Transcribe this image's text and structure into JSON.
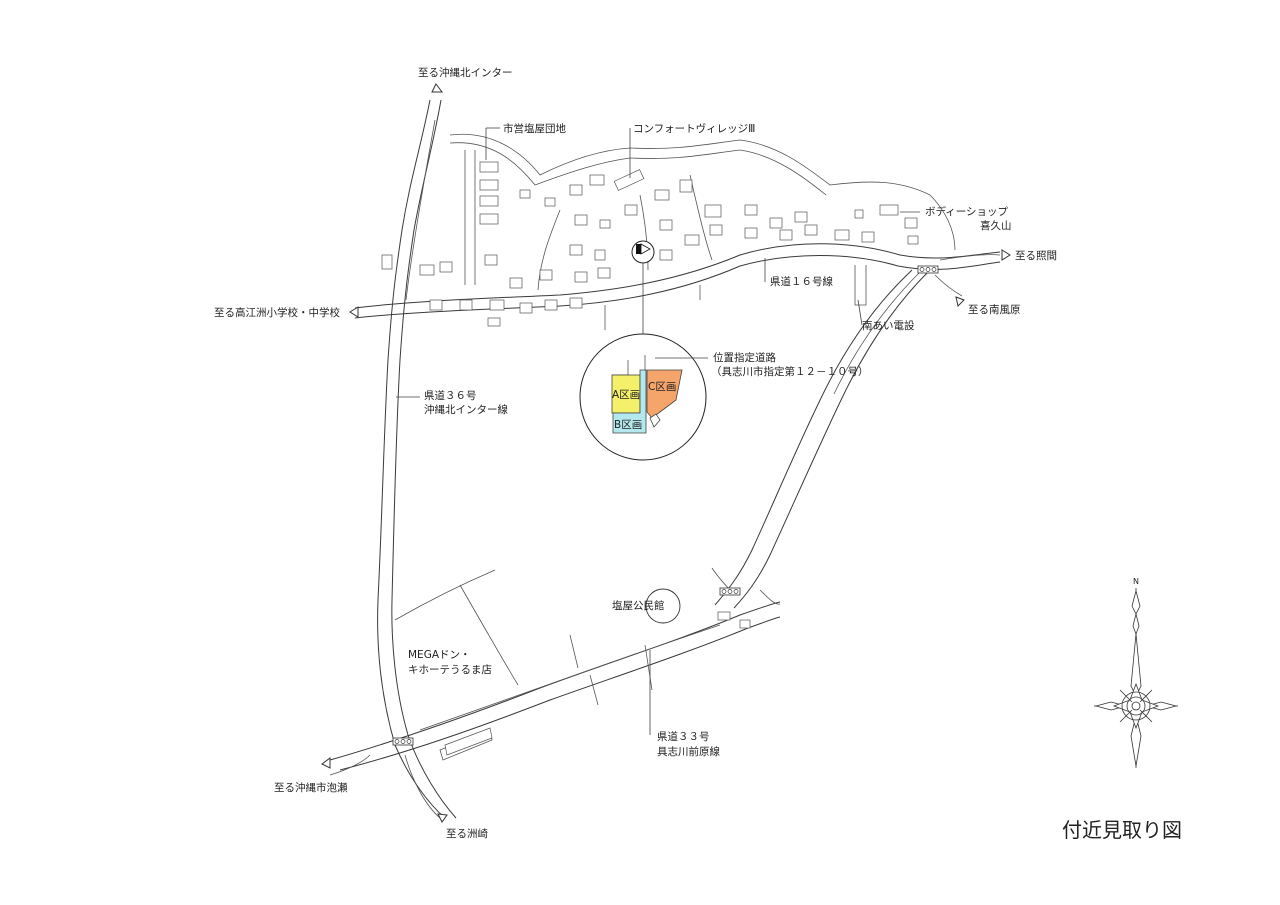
{
  "title": "付近見取り図",
  "compass": {
    "north_label": "N"
  },
  "directions": {
    "to_okinawa_kita_ic": "至る沖縄北インター",
    "to_takaesu_school": "至る高江洲小学校・中学校",
    "to_teruma": "至る照間",
    "to_haebaru_minami": "至る南風原",
    "to_ikei_okinawa": "至る沖縄市泡瀬",
    "to_suzaki": "至る洲崎"
  },
  "landmarks": {
    "shiei_danchi": "市営塩屋団地",
    "comfort_village": "コンフォートヴィレッジⅢ",
    "body_shop_line1": "ボディーショップ",
    "body_shop_line2": "喜久山",
    "nanai_densetsu": "南あい電設",
    "kominkan": "塩屋公民館",
    "mega_line1": "MEGAドン・",
    "mega_line2": "キホーテうるま店"
  },
  "roads": {
    "route16": "県道１６号線",
    "route36_line1": "県道３６号",
    "route36_line2": "沖縄北インター線",
    "route33_line1": "県道３３号",
    "route33_line2": "具志川前原線",
    "designated_line1": "位置指定道路",
    "designated_line2": "（具志川市指定第１２－１０号）"
  },
  "lots": {
    "a": "A区画",
    "b": "B区画",
    "c": "C区画"
  },
  "colors": {
    "lot_a": "#f4f06a",
    "lot_b": "#b3e8ef",
    "lot_c": "#f5a46a",
    "line": "#333333"
  },
  "icons": {
    "traffic_signal": "traffic-signal-icon",
    "direction_arrow": "triangle-arrow-icon",
    "compass": "compass-rose-icon",
    "site_marker": "flag-marker-icon"
  }
}
